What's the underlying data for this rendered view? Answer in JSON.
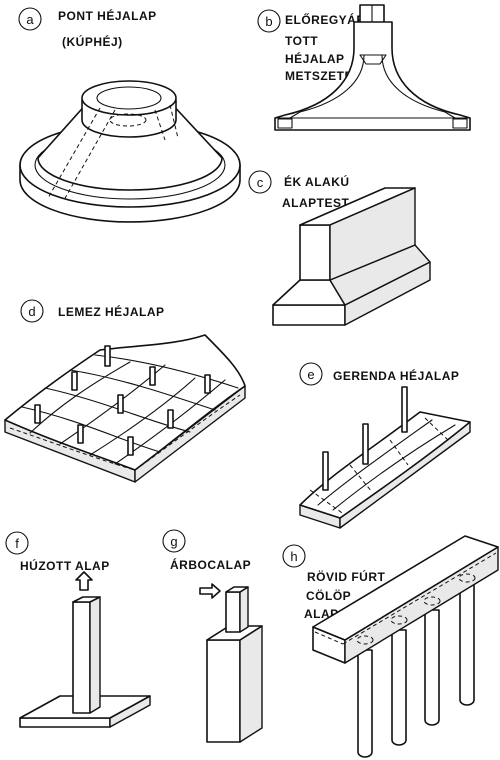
{
  "panels": [
    {
      "key": "a",
      "badge": "a",
      "lines": [
        "PONT HÉJALAP",
        "(KÚPHÉJ)"
      ]
    },
    {
      "key": "b",
      "badge": "b",
      "lines": [
        "ELŐREGYÁR-",
        "TOTT",
        "HÉJALAP",
        "METSZETE"
      ]
    },
    {
      "key": "c",
      "badge": "c",
      "lines": [
        "ÉK ALAKÚ",
        "ALAPTEST"
      ]
    },
    {
      "key": "d",
      "badge": "d",
      "lines": [
        "LEMEZ HÉJALAP"
      ]
    },
    {
      "key": "e",
      "badge": "e",
      "lines": [
        "GERENDA HÉJALAP"
      ]
    },
    {
      "key": "f",
      "badge": "f",
      "lines": [
        "HÚZOTT ALAP"
      ]
    },
    {
      "key": "g",
      "badge": "g",
      "lines": [
        "ÁRBOCALAP"
      ]
    },
    {
      "key": "h",
      "badge": "h",
      "lines": [
        "RÖVID FÚRT",
        "CÖLÖP",
        "ALAP"
      ]
    }
  ]
}
